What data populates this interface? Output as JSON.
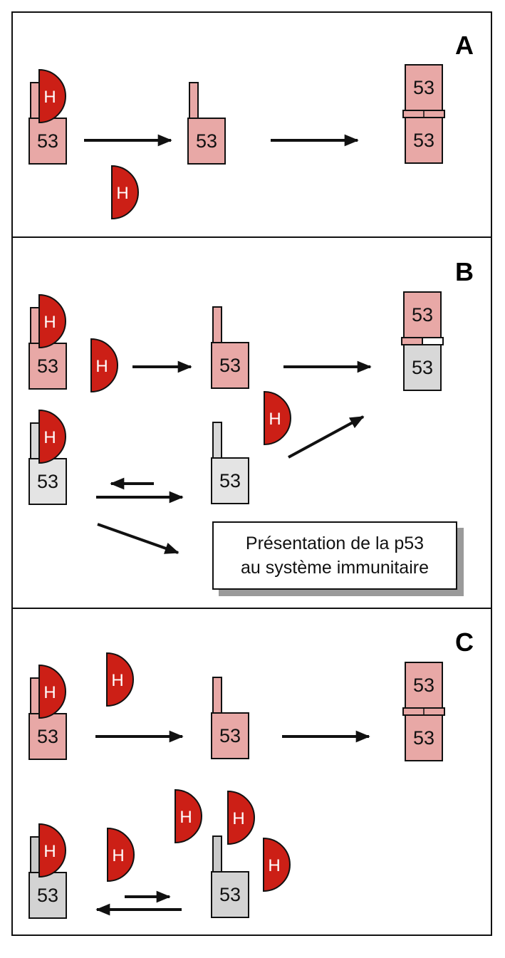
{
  "panels": [
    {
      "id": "A",
      "letter": "A"
    },
    {
      "id": "B",
      "letter": "B"
    },
    {
      "id": "C",
      "letter": "C"
    }
  ],
  "labels": {
    "p53": "53",
    "h": "H"
  },
  "caption": {
    "line1": "Présentation de la p53",
    "line2": "au système immunitaire"
  },
  "colors": {
    "p53_normal": "#e8a8a6",
    "p53_mutant": "#d8d8d8",
    "p53_mutant_dark": "#c9c9c9",
    "h_protein": "#cc1f16",
    "outline": "#111111"
  }
}
